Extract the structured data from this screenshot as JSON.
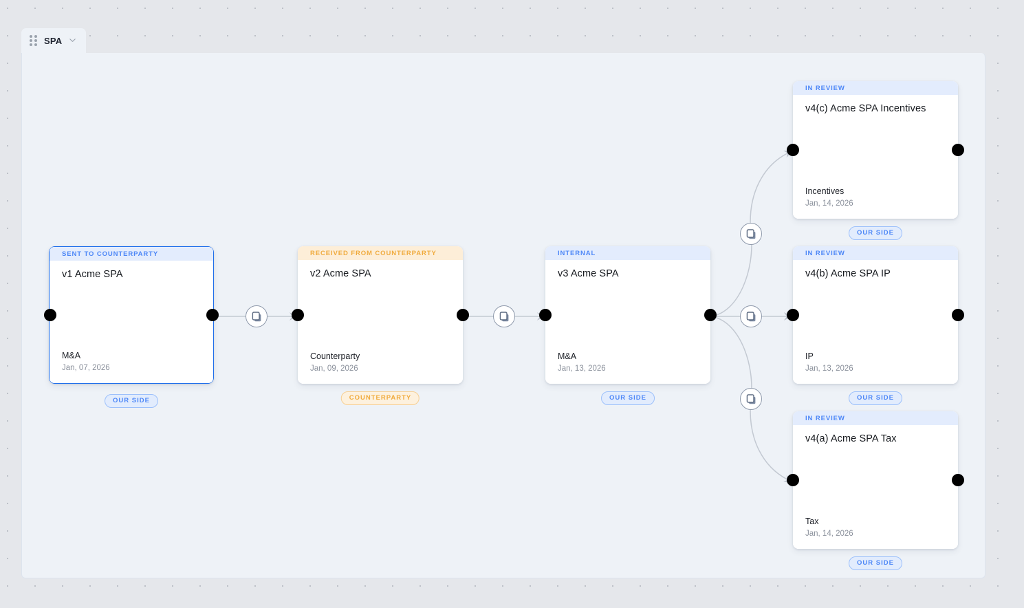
{
  "tab": {
    "label": "SPA",
    "grip_icon": "drag-grip-icon",
    "chevron_icon": "chevron-down-icon"
  },
  "canvas": {
    "background": "#eef2f7",
    "workspace_background": "#e5e7eb",
    "dot_grid": true
  },
  "colors": {
    "accent_blue": "#4d87f7",
    "selection_blue": "#1f6feb",
    "accent_orange": "#f0ab3e",
    "header_blue_bg": "#e3ecfd",
    "header_orange_bg": "#fdeed8",
    "handle": "#000000",
    "edge_line": "#b9bfc9"
  },
  "nodes": [
    {
      "id": "v1",
      "status": "SENT TO COUNTERPARTY",
      "status_theme": "blue",
      "title": "v1 Acme SPA",
      "owner": "M&A",
      "date": "Jan, 07, 2026",
      "badge": "OUR SIDE",
      "badge_theme": "blue",
      "selected": true
    },
    {
      "id": "v2",
      "status": "RECEIVED FROM COUNTERPARTY",
      "status_theme": "orange",
      "title": "v2 Acme SPA",
      "owner": "Counterparty",
      "date": "Jan, 09, 2026",
      "badge": "COUNTERPARTY",
      "badge_theme": "orange",
      "selected": false
    },
    {
      "id": "v3",
      "status": "INTERNAL",
      "status_theme": "blue",
      "title": "v3 Acme SPA",
      "owner": "M&A",
      "date": "Jan, 13, 2026",
      "badge": "OUR SIDE",
      "badge_theme": "blue",
      "selected": false
    },
    {
      "id": "v4c",
      "status": "IN REVIEW",
      "status_theme": "blue",
      "title": "v4(c) Acme SPA Incentives",
      "owner": "Incentives",
      "date": "Jan, 14, 2026",
      "badge": "OUR SIDE",
      "badge_theme": "blue",
      "selected": false
    },
    {
      "id": "v4b",
      "status": "IN REVIEW",
      "status_theme": "blue",
      "title": "v4(b) Acme SPA IP",
      "owner": "IP",
      "date": "Jan, 13, 2026",
      "badge": "OUR SIDE",
      "badge_theme": "blue",
      "selected": false
    },
    {
      "id": "v4a",
      "status": "IN REVIEW",
      "status_theme": "blue",
      "title": "v4(a) Acme SPA Tax",
      "owner": "Tax",
      "date": "Jan, 14, 2026",
      "badge": "OUR SIDE",
      "badge_theme": "blue",
      "selected": false
    }
  ],
  "edges": [
    {
      "id": "e1",
      "from": "v1",
      "to": "v2",
      "icon": "documents-icon"
    },
    {
      "id": "e2",
      "from": "v2",
      "to": "v3",
      "icon": "documents-icon"
    },
    {
      "id": "e3",
      "from": "v3",
      "to": "v4c",
      "icon": "documents-icon"
    },
    {
      "id": "e4",
      "from": "v3",
      "to": "v4b",
      "icon": "documents-icon"
    },
    {
      "id": "e5",
      "from": "v3",
      "to": "v4a",
      "icon": "documents-icon"
    }
  ]
}
